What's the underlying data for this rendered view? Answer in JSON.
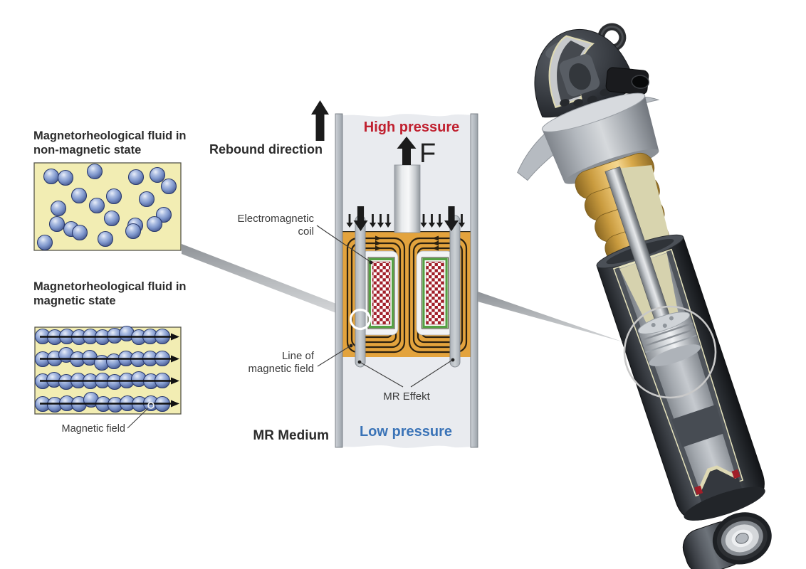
{
  "colors": {
    "text_dark": "#2d2d2d",
    "high_pressure_red": "#c0202f",
    "low_pressure_blue": "#3a73b7",
    "piston_orange": "#e3a33d",
    "coil_red": "#a11e28",
    "coil_green": "#55a044",
    "fluid_bg": "#f2edb3",
    "arrow_black": "#1b1b1b"
  },
  "left_panels": {
    "non_magnetic": {
      "title_line1": "Magnetorheological fluid in",
      "title_line2": "non-magnetic state"
    },
    "magnetic": {
      "title_line1": "Magnetorheological fluid in",
      "title_line2": "magnetic state",
      "field_caption": "Magnetic field"
    }
  },
  "piston_diagram": {
    "rebound_label": "Rebound direction",
    "high_pressure_label": "High pressure",
    "force_label": "F",
    "coil_label_line1": "Electromagnetic",
    "coil_label_line2": "coil",
    "field_line_label_line1": "Line of",
    "field_line_label_line2": "magnetic field",
    "mr_effect_label": "MR Effekt",
    "medium_label": "MR Medium",
    "low_pressure_label": "Low pressure"
  }
}
